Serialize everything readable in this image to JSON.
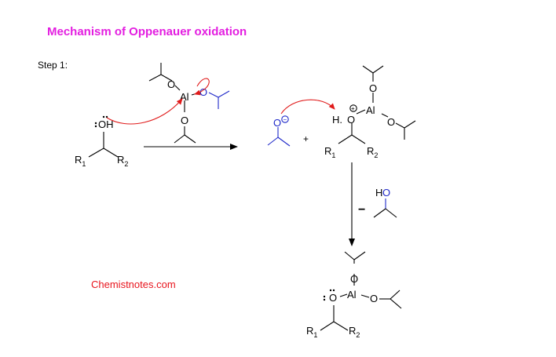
{
  "title": "Mechanism of Oppenauer oxidation",
  "step_label": "Step 1:",
  "watermark": "Chemistnotes.com",
  "labels": {
    "O": "O",
    "Al": "Al",
    "OH": "OH",
    "HO": "HO",
    "H_dot": "H.",
    "R": "R",
    "sub1": "1",
    "sub2": "2",
    "plus": "+",
    "minus": "−",
    "plus_charge": "+",
    "minus_charge": "−"
  },
  "colors": {
    "title": "#e31ee0",
    "watermark": "#e8141d",
    "isopropoxide": "#1f29c9",
    "arrow_curved": "#e01b1b",
    "bond": "#000000"
  }
}
